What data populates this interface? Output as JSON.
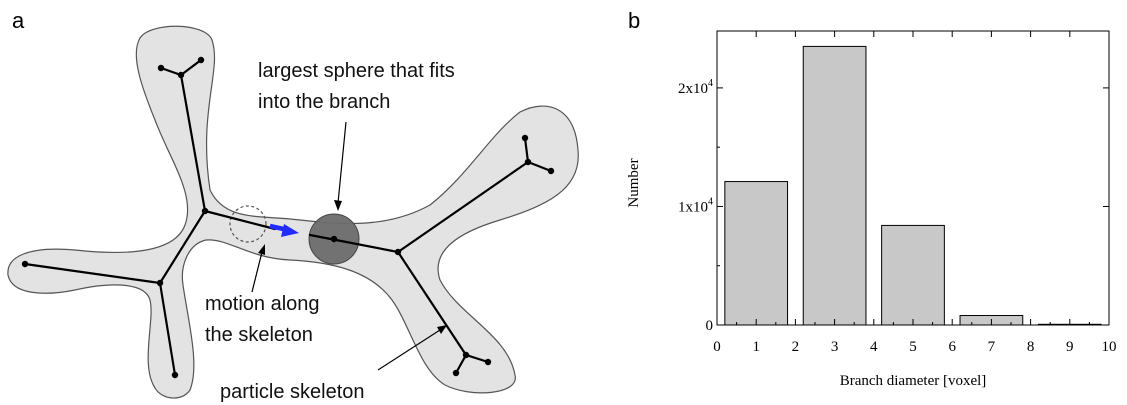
{
  "panel_a": {
    "label": "a",
    "annotation_sphere_line1": "largest sphere that fits",
    "annotation_sphere_line2": "into the branch",
    "annotation_motion_line1": "motion along",
    "annotation_motion_line2": "the skeleton",
    "annotation_skeleton": "particle skeleton",
    "colors": {
      "particle_fill": "#e3e3e3",
      "outline": "#555555",
      "skeleton": "#000000",
      "motion_arrow": "#1f2bff",
      "sphere_fill": "#6b6b6b"
    }
  },
  "panel_b": {
    "label": "b",
    "chart_data": {
      "type": "bar",
      "categories": [
        "1",
        "3",
        "5",
        "7",
        "9"
      ],
      "values": [
        12100,
        23500,
        8400,
        800,
        60
      ],
      "xlabel": "Branch diameter [voxel]",
      "ylabel": "Number",
      "x_ticks": [
        "0",
        "1",
        "2",
        "3",
        "4",
        "5",
        "6",
        "7",
        "8",
        "9",
        "10"
      ],
      "y_ticks": [
        {
          "value": 0,
          "mantissa": "0",
          "exp": ""
        },
        {
          "value": 10000,
          "mantissa": "1x10",
          "exp": "4"
        },
        {
          "value": 20000,
          "mantissa": "2x10",
          "exp": "4"
        }
      ],
      "xlim": [
        0,
        10
      ],
      "ylim": [
        0,
        24800
      ],
      "bar_color": "#c8c8c8",
      "grid": false
    }
  }
}
